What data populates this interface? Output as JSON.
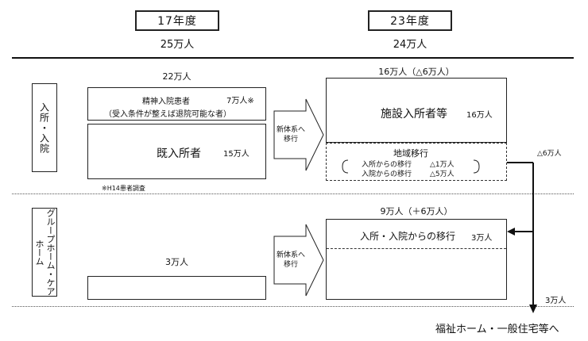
{
  "header": {
    "left_year": "17年度",
    "left_total": "25万人",
    "right_year": "23年度",
    "right_total": "24万人"
  },
  "rows": {
    "row1_label": "入所・入院",
    "row2_label": "グループホーム・ケアホーム"
  },
  "left": {
    "top_total": "22万人",
    "inpatients_title": "精神入院患者",
    "inpatients_value": "7万人※",
    "inpatients_note": "（受入条件が整えば退院可能な者）",
    "existing_title": "既入所者",
    "existing_value": "15万人",
    "survey_note": "※H14患者調査",
    "group_total": "3万人"
  },
  "arrows": {
    "upper_label": "新体系へ移行",
    "lower_label": "新体系へ移行"
  },
  "right": {
    "top_total": "16万人（△6万人）",
    "facility_title": "施設入所者等",
    "facility_value": "16万人",
    "community_title": "地域移行",
    "community_line1_label": "入所からの移行",
    "community_line1_value": "△1万人",
    "community_line2_label": "入院からの移行",
    "community_line2_value": "△5万人",
    "side_delta": "△6万人",
    "group_total": "9万人（＋6万人）",
    "group_title": "入所・入院からの移行",
    "group_value": "3万人",
    "bottom_value": "3万人",
    "bottom_dest": "福祉ホーム・一般住宅等へ"
  }
}
